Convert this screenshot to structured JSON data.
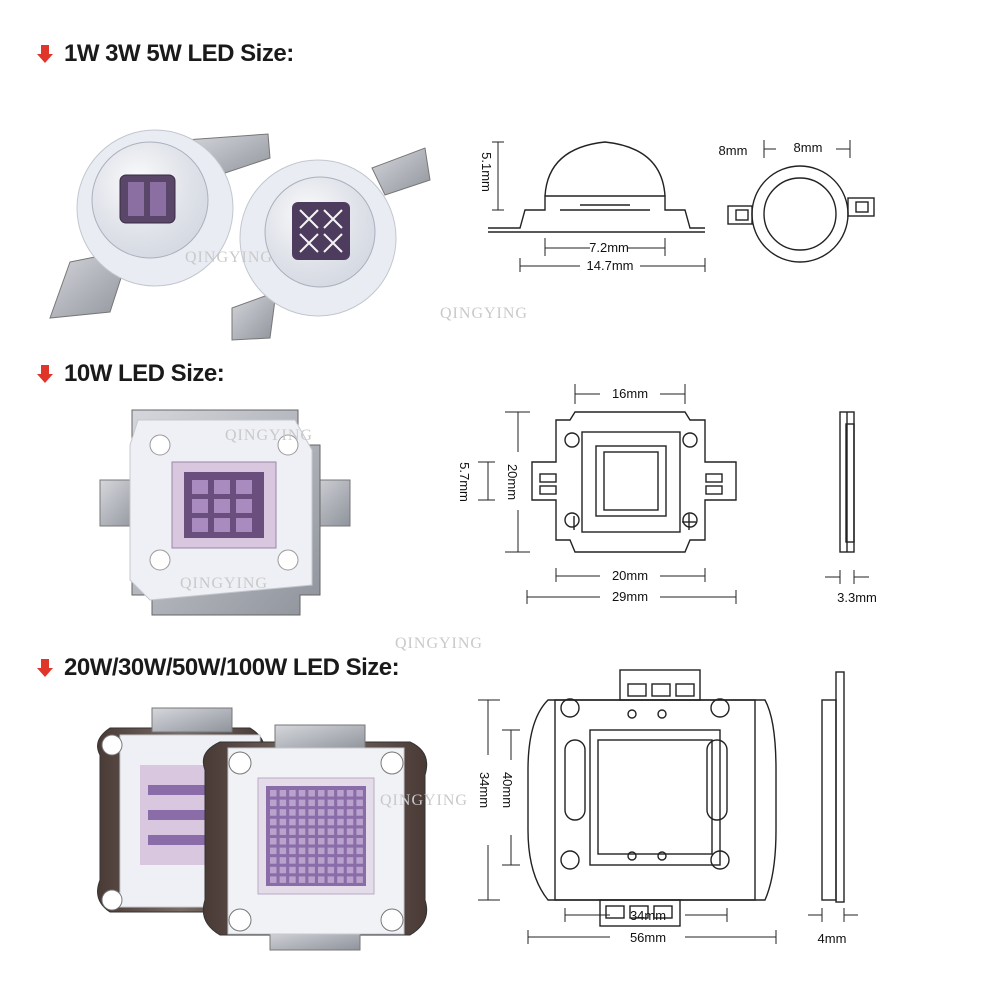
{
  "sections": [
    {
      "title": "1W 3W 5W LED Size:"
    },
    {
      "title": "10W LED Size:"
    },
    {
      "title": "20W/30W/50W/100W LED Size:"
    }
  ],
  "small_led": {
    "height": "5.1mm",
    "lens_width": "7.2mm",
    "total_width": "14.7mm",
    "top_left": "8mm",
    "top_right": "8mm"
  },
  "led_10w": {
    "top": "16mm",
    "height": "20mm",
    "inner": "5.7mm",
    "width_inner": "20mm",
    "width_total": "29mm",
    "thickness": "3.3mm"
  },
  "led_100w": {
    "height_outer": "40mm",
    "height_inner": "34mm",
    "width_inner": "34mm",
    "width_total": "56mm",
    "thickness": "4mm"
  },
  "watermark": "QINGYING",
  "colors": {
    "arrow": "#e0352b",
    "board_white": "#f1f2f6",
    "emitter": "#8a6ca8",
    "heatsink": "#6b6b6b"
  }
}
